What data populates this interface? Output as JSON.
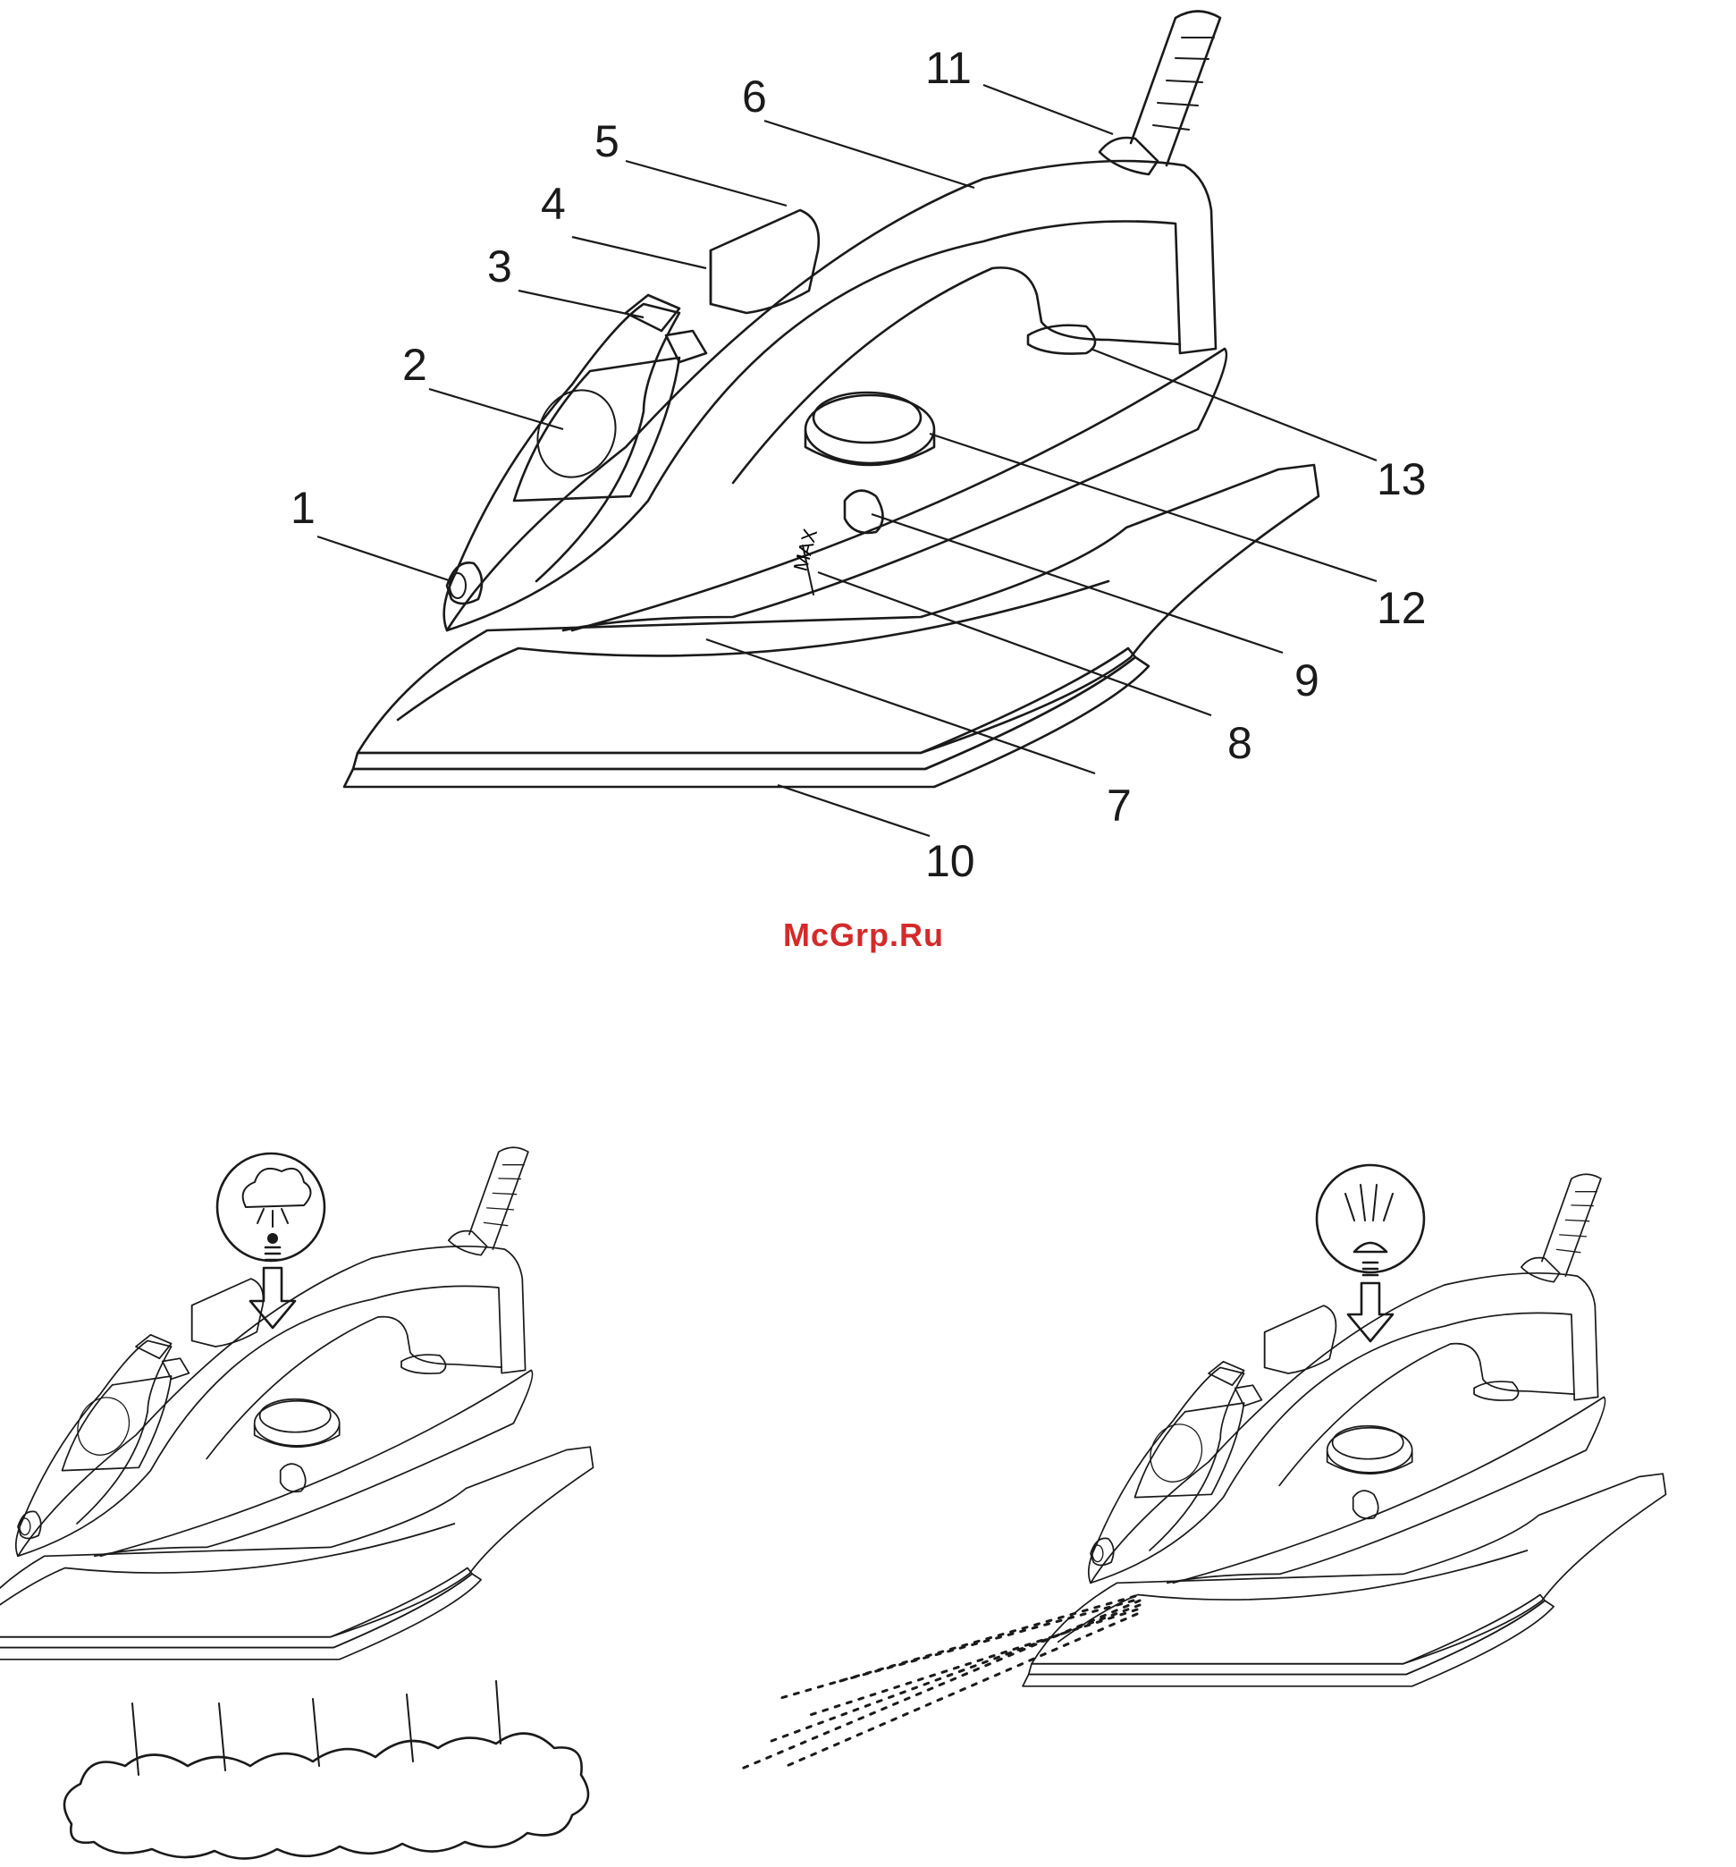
{
  "labels": [
    "1",
    "2",
    "3",
    "4",
    "5",
    "6",
    "7",
    "8",
    "9",
    "10",
    "11",
    "12",
    "13"
  ],
  "max_mark": "MAX",
  "watermark": {
    "text": "McGrp.Ru",
    "color": "#d42a2a"
  },
  "icons": [
    "steam-cloud-icon",
    "spray-icon"
  ]
}
